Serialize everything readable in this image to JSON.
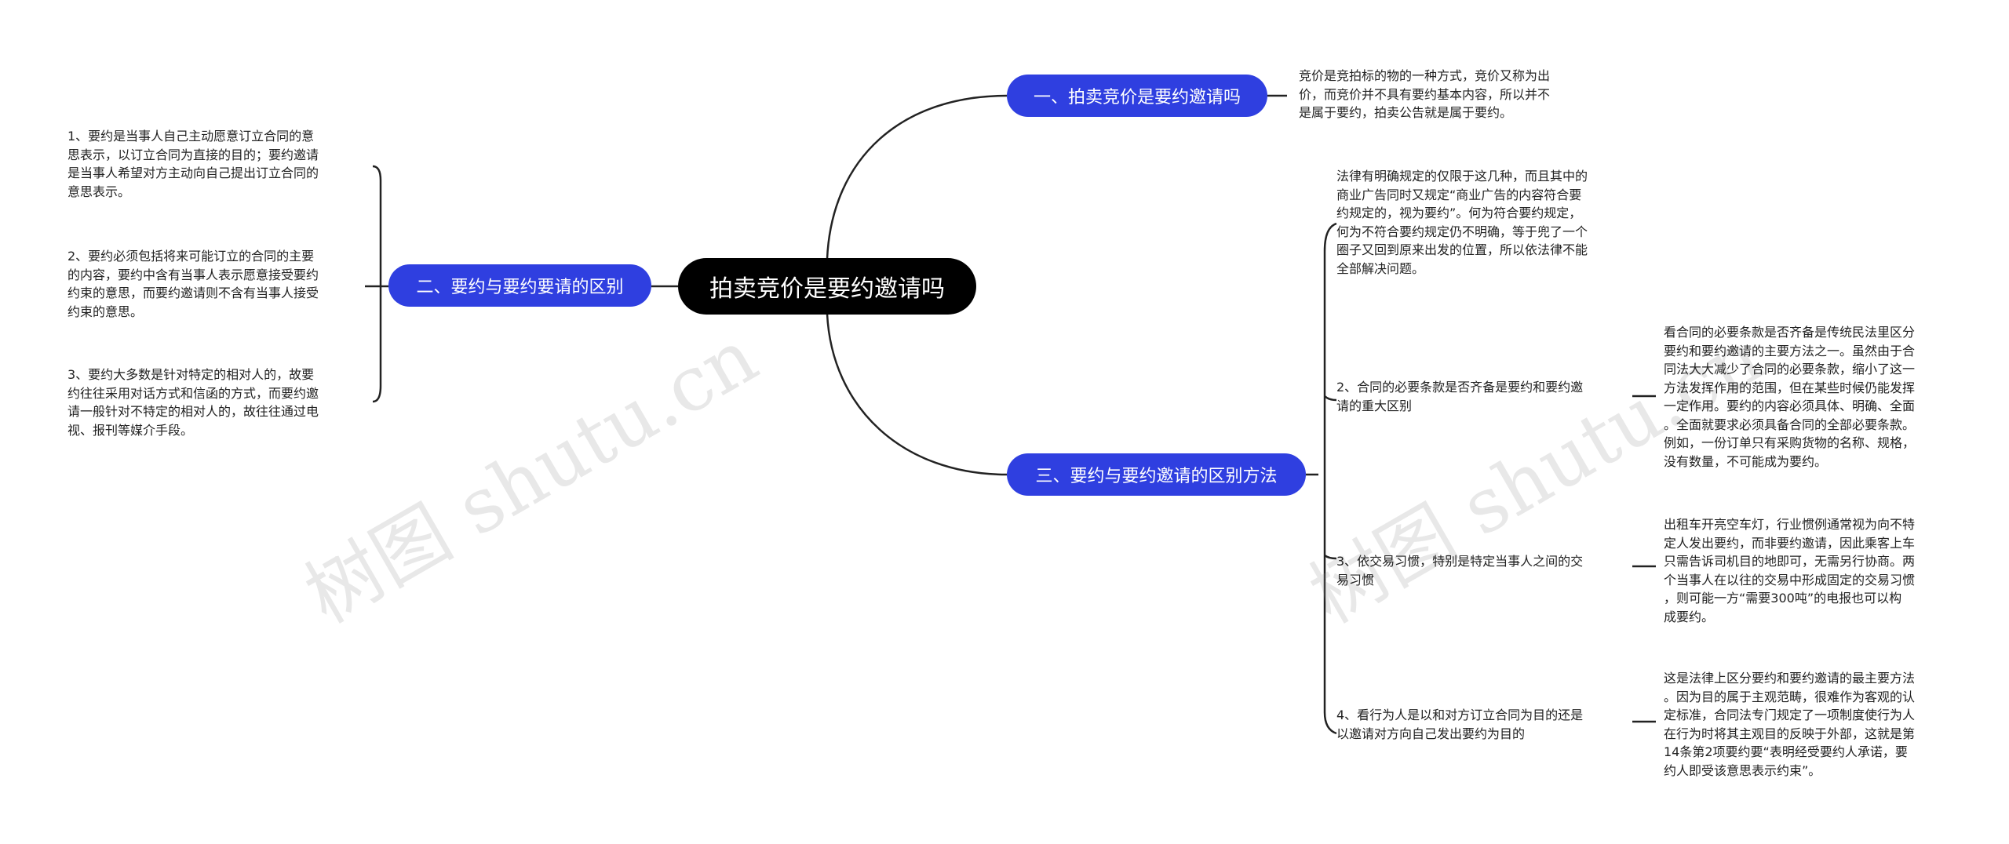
{
  "root": {
    "label": "拍卖竞价是要约邀请吗"
  },
  "branches": [
    {
      "label": "一、拍卖竞价是要约邀请吗",
      "children": [
        {
          "text": "竞价是竞拍标的物的一种方式，竞价又称为出\n价，而竞价并不具有要约基本内容，所以并不\n是属于要约，拍卖公告就是属于要约。"
        }
      ]
    },
    {
      "label": "二、要约与要约要请的区别",
      "children": [
        {
          "text": "1、要约是当事人自己主动愿意订立合同的意\n思表示，以订立合同为直接的目的；要约邀请\n是当事人希望对方主动向自己提出订立合同的\n意思表示。"
        },
        {
          "text": "2、要约必须包括将来可能订立的合同的主要\n的内容，要约中含有当事人表示愿意接受要约\n约束的意思，而要约邀请则不含有当事人接受\n约束的意思。"
        },
        {
          "text": "3、要约大多数是针对特定的相对人的，故要\n约往往采用对话方式和信函的方式，而要约邀\n请一般针对不特定的相对人的，故往往通过电\n视、报刊等媒介手段。"
        }
      ]
    },
    {
      "label": "三、要约与要约邀请的区别方法",
      "children": [
        {
          "text": "法律有明确规定的仅限于这几种，而且其中的\n商业广告同时又规定“商业广告的内容符合要\n约规定的，视为要约”。何为符合要约规定，\n何为不符合要约规定仍不明确，等于兜了一个\n圈子又回到原来出发的位置，所以依法律不能\n全部解决问题。"
        },
        {
          "text": "2、合同的必要条款是否齐备是要约和要约邀\n请的重大区别",
          "detail": "看合同的必要条款是否齐备是传统民法里区分\n要约和要约邀请的主要方法之一。虽然由于合\n同法大大减少了合同的必要条款，缩小了这一\n方法发挥作用的范围，但在某些时候仍能发挥\n一定作用。要约的内容必须具体、明确、全面\n。全面就要求必须具备合同的全部必要条款。\n例如，一份订单只有采购货物的名称、规格，\n没有数量，不可能成为要约。"
        },
        {
          "text": "3、依交易习惯，特别是特定当事人之间的交\n易习惯",
          "detail": "出租车开亮空车灯，行业惯例通常视为向不特\n定人发出要约，而非要约邀请，因此乘客上车\n只需告诉司机目的地即可，无需另行协商。两\n个当事人在以往的交易中形成固定的交易习惯\n，则可能一方“需要300吨”的电报也可以构\n成要约。"
        },
        {
          "text": "4、看行为人是以和对方订立合同为目的还是\n以邀请对方向自己发出要约为目的",
          "detail": "这是法律上区分要约和要约邀请的最主要方法\n。因为目的属于主观范畴，很难作为客观的认\n定标准，合同法专门规定了一项制度使行为人\n在行为时将其主观目的反映于外部，这就是第\n14条第2项要约要“表明经受要约人承诺，要\n约人即受该意思表示约束”。"
        }
      ]
    }
  ],
  "watermarks": [
    "树图 shutu.cn",
    "树图 shutu.cn"
  ],
  "colors": {
    "root": "#000000",
    "branch": "#2f3fe0",
    "line": "#222222",
    "text": "#222222"
  }
}
